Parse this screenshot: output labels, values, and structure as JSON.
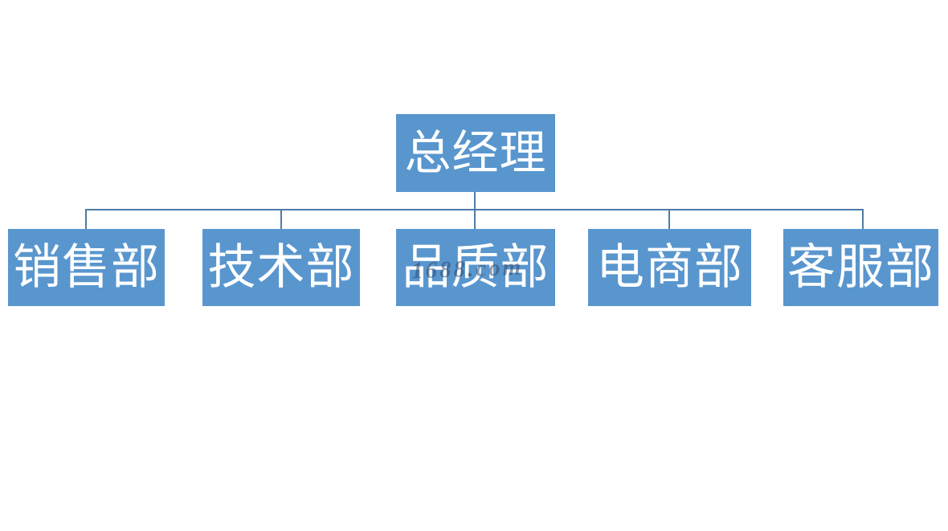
{
  "org_chart": {
    "type": "org-chart",
    "root": {
      "label": "总经理"
    },
    "departments": [
      {
        "label": "销售部"
      },
      {
        "label": "技术部"
      },
      {
        "label": "品质部"
      },
      {
        "label": "电商部"
      },
      {
        "label": "客服部"
      }
    ],
    "colors": {
      "box_fill": "#5996CE",
      "box_text": "#FFFFFF",
      "connector": "#4E7BA6",
      "background": "#FFFFFF"
    }
  },
  "watermark": {
    "text": "1688.com",
    "color": "rgba(50,75,110,0.55)"
  }
}
